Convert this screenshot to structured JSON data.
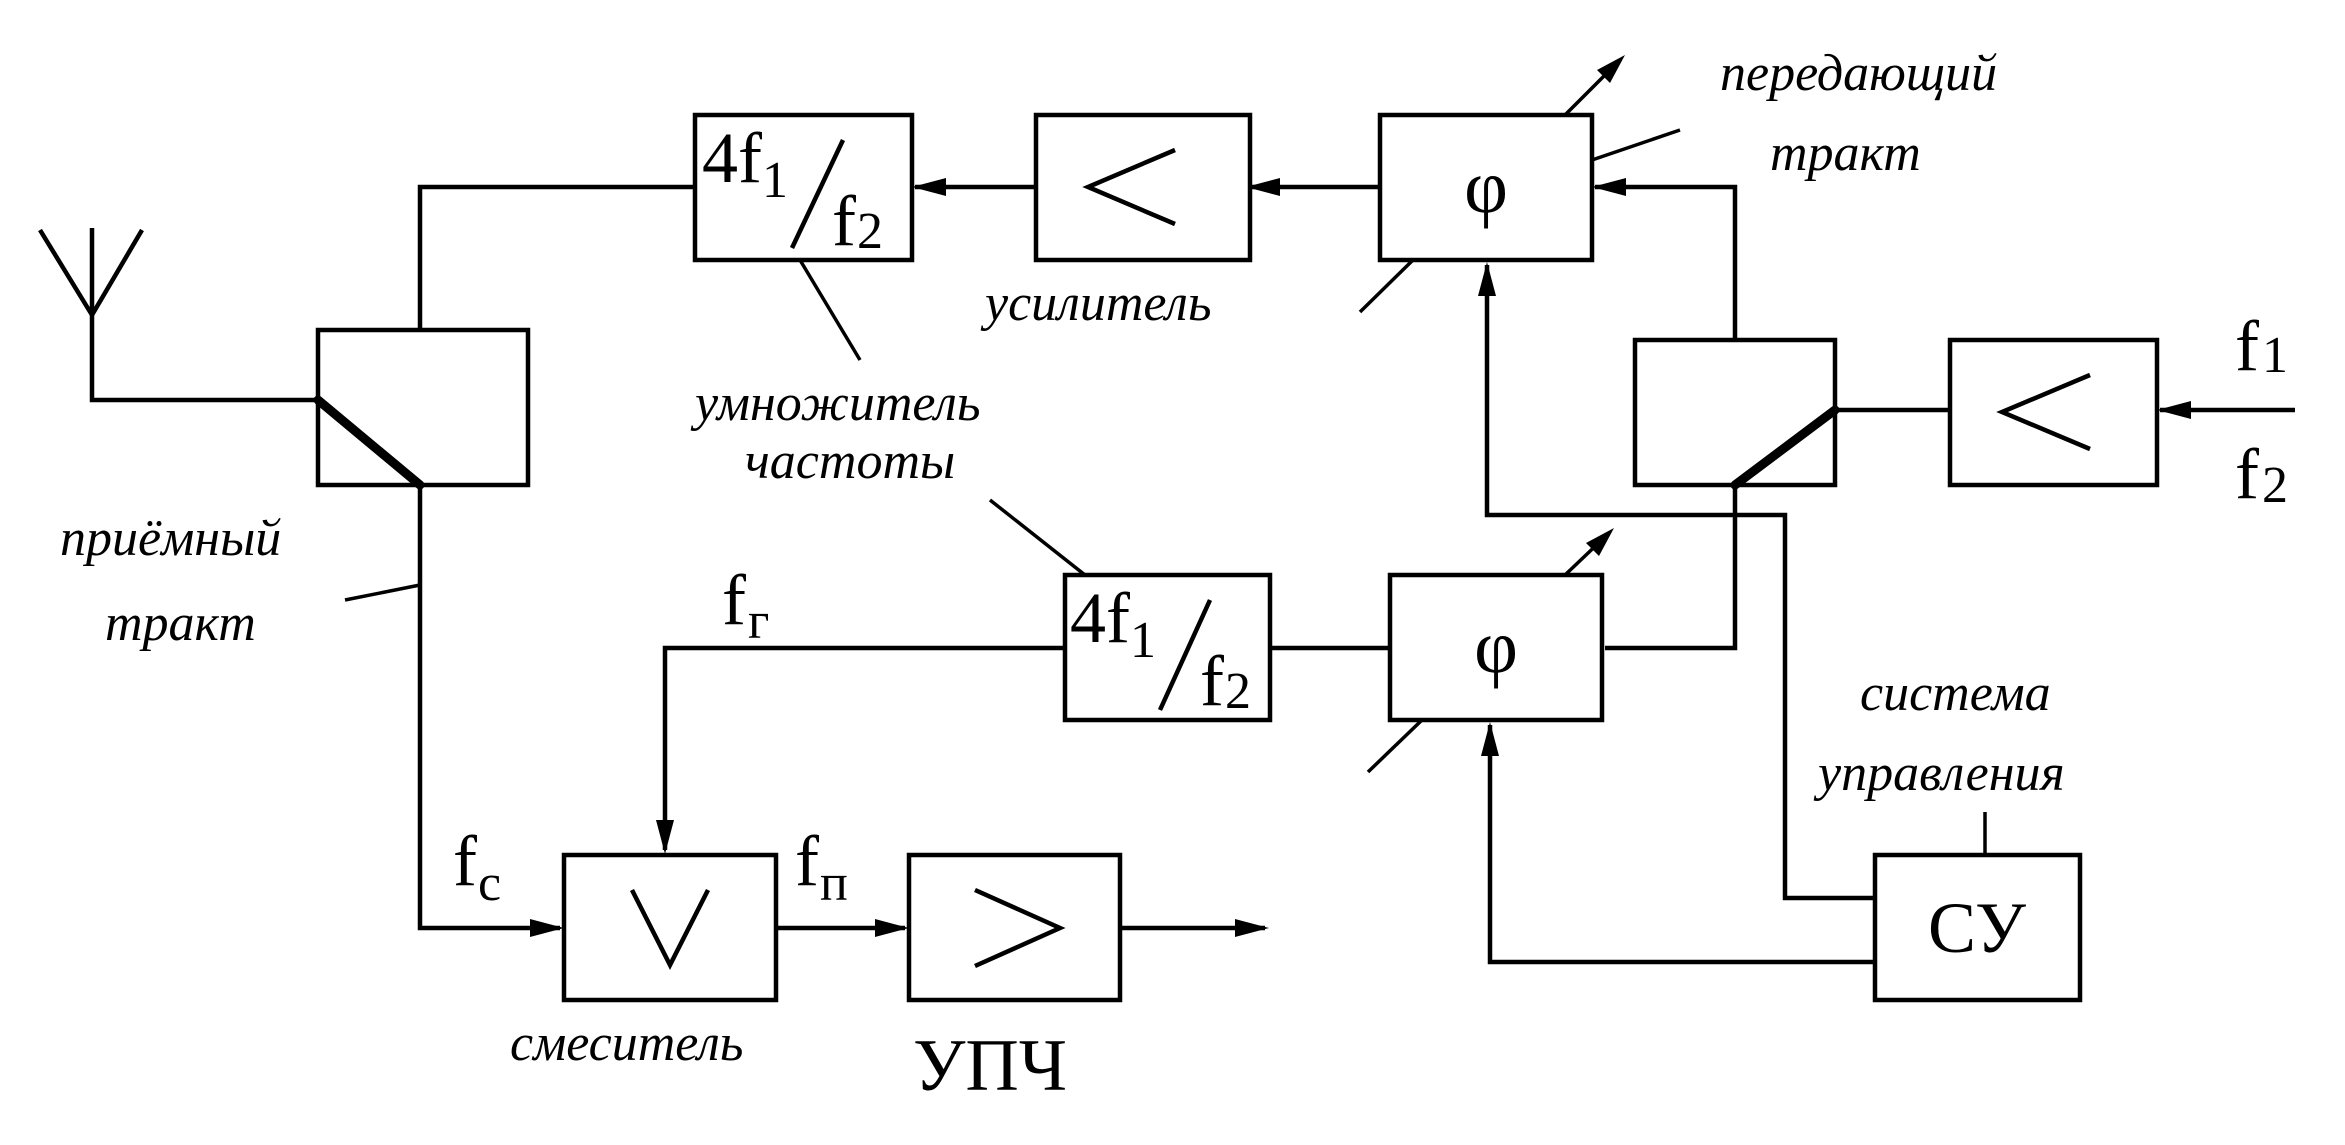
{
  "labels": {
    "transmit_path": [
      "передающий",
      "тракт"
    ],
    "amplifier": "усилитель",
    "multiplier": [
      "умножитель",
      "частоты"
    ],
    "receive_path": [
      "приёмный",
      "тракт"
    ],
    "control_system": [
      "система",
      "управления"
    ],
    "mixer": "смеситель",
    "if_amp": "УПЧ"
  },
  "blocks": {
    "multiplier_top": {
      "coef": "4",
      "num": "f",
      "num_sub": "1",
      "den": "f",
      "den_sub": "2"
    },
    "multiplier_bottom": {
      "coef": "4",
      "num": "f",
      "num_sub": "1",
      "den": "f",
      "den_sub": "2"
    },
    "phase_shifter": "φ",
    "control_unit": "СУ"
  },
  "signals": {
    "f1": {
      "base": "f",
      "sub": "1"
    },
    "f2": {
      "base": "f",
      "sub": "2"
    },
    "fg": {
      "base": "f",
      "sub": "г"
    },
    "fc": {
      "base": "f",
      "sub": "с"
    },
    "fp": {
      "base": "f",
      "sub": "п"
    }
  }
}
